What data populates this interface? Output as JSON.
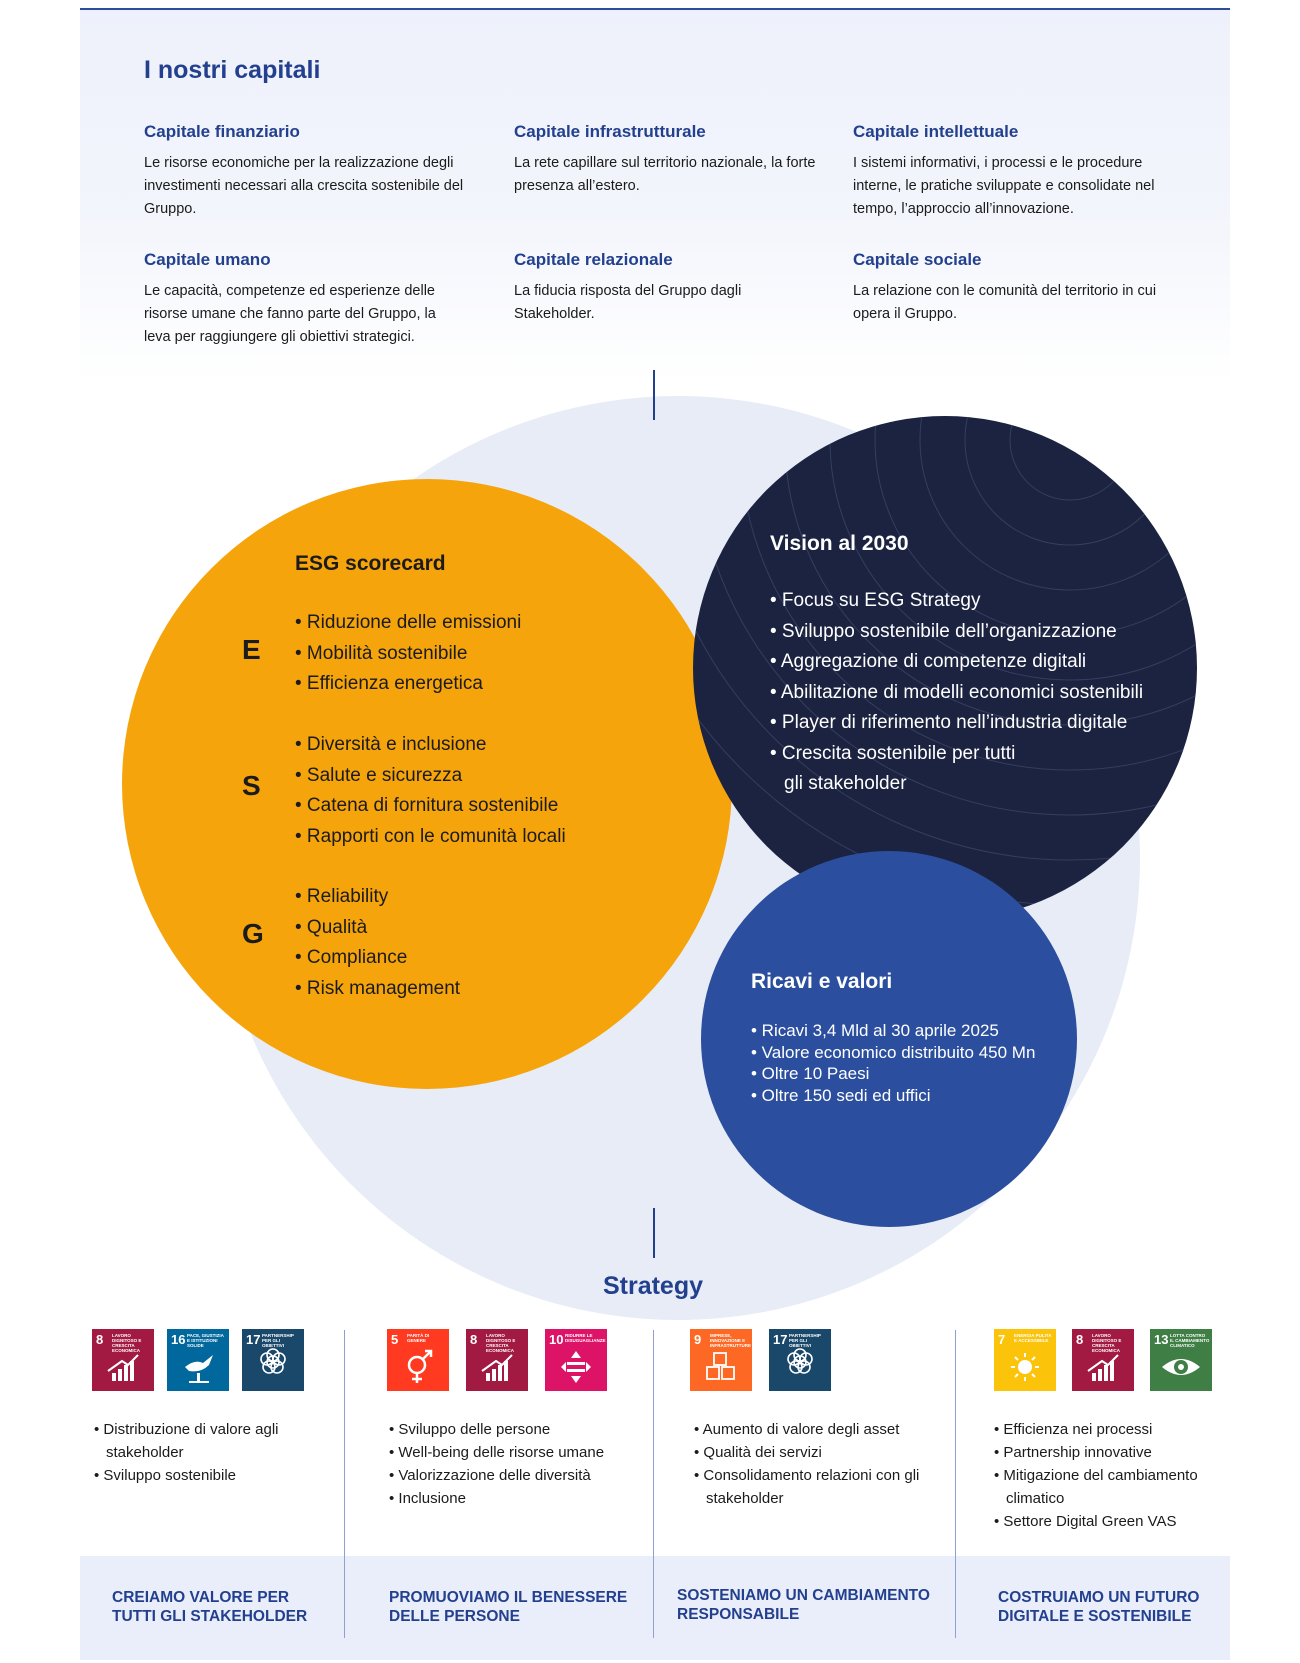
{
  "capitali": {
    "title": "I nostri capitali",
    "items": [
      {
        "title": "Capitale finanziario",
        "desc": "Le risorse economiche per la realizzazione degli investimenti necessari alla crescita sostenibile del Gruppo."
      },
      {
        "title": "Capitale infrastrutturale",
        "desc": "La rete capillare sul territorio nazionale, la forte presenza all’estero."
      },
      {
        "title": "Capitale intellettuale",
        "desc": "I sistemi informativi, i processi e le procedure interne, le pratiche sviluppate e consolidate nel tempo, l’approccio all’innovazione."
      },
      {
        "title": "Capitale umano",
        "desc": "Le capacità, competenze ed esperienze delle risorse umane che fanno parte del Gruppo, la leva per raggiungere gli obiettivi strategici."
      },
      {
        "title": "Capitale relazionale",
        "desc": "La fiducia risposta del Gruppo dagli Stakeholder."
      },
      {
        "title": "Capitale sociale",
        "desc": "La relazione con le comunità del territorio in cui opera il Gruppo."
      }
    ]
  },
  "esg": {
    "title": "ESG scorecard",
    "groups": [
      {
        "letter": "E",
        "items": [
          "• Riduzione delle emissioni",
          "• Mobilità sostenibile",
          "• Efficienza energetica"
        ]
      },
      {
        "letter": "S",
        "items": [
          "• Diversità e inclusione",
          "• Salute e sicurezza",
          "• Catena di fornitura sostenibile",
          "• Rapporti con le comunità locali"
        ]
      },
      {
        "letter": "G",
        "items": [
          "• Reliability",
          "• Qualità",
          "• Compliance",
          "• Risk management"
        ]
      }
    ]
  },
  "vision": {
    "title": "Vision al 2030",
    "items": [
      "• Focus su ESG Strategy",
      "• Sviluppo sostenibile dell’organizzazione",
      "• Aggregazione di competenze digitali",
      "• Abilitazione di modelli economici sostenibili",
      "• Player di riferimento nell’industria digitale",
      "• Crescita sostenibile per tutti",
      "gli stakeholder"
    ]
  },
  "ricavi": {
    "title": "Ricavi e valori",
    "items": [
      "• Ricavi 3,4 Mld al 30 aprile 2025",
      "• Valore economico distribuito 450 Mn",
      "• Oltre 10 Paesi",
      "• Oltre 150 sedi ed uffici"
    ]
  },
  "strategy": {
    "title": "Strategy",
    "columns": [
      {
        "sdgs": [
          {
            "num": "8",
            "label": "LAVORO DIGNITOSO E CRESCITA ECONOMICA",
            "color": "#a21942",
            "icon": "chart-up-icon"
          },
          {
            "num": "16",
            "label": "PACE, GIUSTIZIA E ISTITUZIONI SOLIDE",
            "color": "#00689d",
            "icon": "dove-icon"
          },
          {
            "num": "17",
            "label": "PARTNERSHIP PER GLI OBIETTIVI",
            "color": "#19486a",
            "icon": "rings-icon"
          }
        ],
        "items": [
          "• Distribuzione di valore agli stakeholder",
          "• Sviluppo sostenibile"
        ],
        "label": "CREIAMO VALORE PER TUTTI GLI STAKEHOLDER"
      },
      {
        "sdgs": [
          {
            "num": "5",
            "label": "PARITÀ DI GENERE",
            "color": "#ff3a21",
            "icon": "gender-icon"
          },
          {
            "num": "8",
            "label": "LAVORO DIGNITOSO E CRESCITA ECONOMICA",
            "color": "#a21942",
            "icon": "chart-up-icon"
          },
          {
            "num": "10",
            "label": "RIDURRE LE DISUGUAGLIANZE",
            "color": "#dd1367",
            "icon": "equality-icon"
          }
        ],
        "items": [
          "• Sviluppo delle persone",
          "• Well-being delle risorse umane",
          "• Valorizzazione delle diversità",
          "• Inclusione"
        ],
        "label": "PROMUOVIAMO IL BENESSERE DELLE PERSONE"
      },
      {
        "sdgs": [
          {
            "num": "9",
            "label": "IMPRESE, INNOVAZIONE E INFRASTRUTTURE",
            "color": "#fd6925",
            "icon": "cubes-icon"
          },
          {
            "num": "17",
            "label": "PARTNERSHIP PER GLI OBIETTIVI",
            "color": "#19486a",
            "icon": "rings-icon"
          }
        ],
        "items": [
          "• Aumento di valore degli asset",
          "• Qualità dei servizi",
          "• Consolidamento relazioni con gli stakeholder"
        ],
        "label": "SOSTENIAMO UN CAMBIAMENTO RESPONSABILE"
      },
      {
        "sdgs": [
          {
            "num": "7",
            "label": "ENERGIA PULITA E ACCESSIBILE",
            "color": "#fcc30b",
            "icon": "sun-icon"
          },
          {
            "num": "8",
            "label": "LAVORO DIGNITOSO E CRESCITA ECONOMICA",
            "color": "#a21942",
            "icon": "chart-up-icon"
          },
          {
            "num": "13",
            "label": "LOTTA CONTRO IL CAMBIAMENTO CLIMATICO",
            "color": "#3f7e44",
            "icon": "eye-earth-icon"
          }
        ],
        "items": [
          "• Efficienza nei processi",
          "• Partnership innovative",
          "• Mitigazione del cambiamento climatico",
          "• Settore Digital Green VAS"
        ],
        "label": "COSTRUIAMO UN FUTURO DIGITALE E SOSTENIBILE"
      }
    ]
  },
  "colors": {
    "brand_blue": "#23408e",
    "esg_orange": "#f5a40c",
    "vision_navy": "#1b2340",
    "ricavi_blue": "#2b4f9e",
    "halo": "#e8ecf7"
  }
}
